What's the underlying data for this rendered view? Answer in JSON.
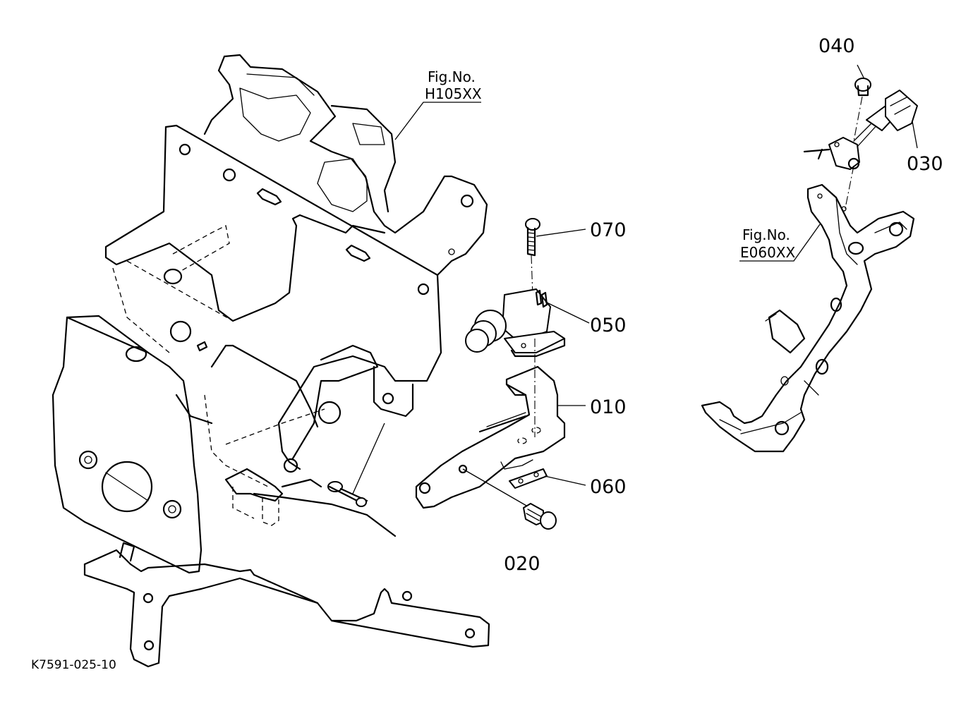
{
  "drawing_number": "K7591-025-10",
  "figure_refs": {
    "main_frame": {
      "line1": "Fig.No.",
      "line2": "H105XX"
    },
    "pedal_bracket": {
      "line1": "Fig.No.",
      "line2": "E060XX"
    }
  },
  "parts": [
    {
      "id": "p040",
      "number": "040"
    },
    {
      "id": "p030",
      "number": "030"
    },
    {
      "id": "p070",
      "number": "070"
    },
    {
      "id": "p050",
      "number": "050"
    },
    {
      "id": "p010",
      "number": "010"
    },
    {
      "id": "p060",
      "number": "060"
    },
    {
      "id": "p020",
      "number": "020"
    }
  ]
}
